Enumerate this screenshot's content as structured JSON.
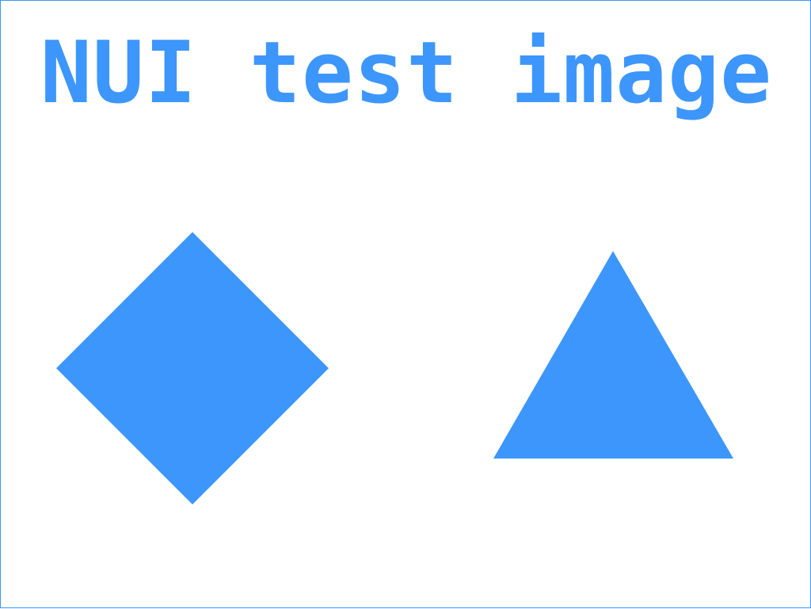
{
  "title": "NUI test image",
  "colors": {
    "accent": "#3d96fb",
    "background": "#ffffff"
  },
  "shapes": [
    {
      "name": "diamond",
      "fill": "#3d96fb"
    },
    {
      "name": "triangle",
      "fill": "#3d96fb"
    }
  ]
}
